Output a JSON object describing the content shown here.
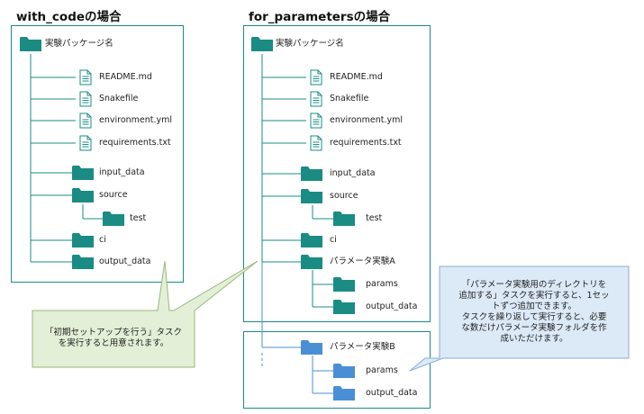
{
  "titles": {
    "with_code": "with_codeの場合",
    "for_parameters": "for_parametersの場合"
  },
  "tree_left": {
    "root": "実験パッケージ名",
    "readme": "README.md",
    "snakefile": "Snakefile",
    "environment": "environment.yml",
    "requirements": "requirements.txt",
    "input_data": "input_data",
    "source": "source",
    "test": "test",
    "ci": "ci",
    "output_data": "output_data"
  },
  "tree_right": {
    "root": "実験パッケージ名",
    "readme": "README.md",
    "snakefile": "Snakefile",
    "environment": "environment.yml",
    "requirements": "requirements.txt",
    "input_data": "input_data",
    "source": "source",
    "test": "test",
    "ci": "ci",
    "experiment_a": "パラメータ実験A",
    "params_a": "params",
    "output_a": "output_data",
    "experiment_b": "パラメータ実験B",
    "params_b": "params",
    "output_b": "output_data"
  },
  "callouts": {
    "left_line1": "「初期セットアップを行う」タスク",
    "left_line2": "を実行すると用意されます。",
    "right_line1": "「パラメータ実験用のディレクトリを",
    "right_line2": "追加する」タスクを実行すると、1セッ",
    "right_line3": "トずつ追加できます。",
    "right_line4": "タスクを繰り返して実行すると、必要",
    "right_line5": "な数だけパラメータ実験フォルダを作",
    "right_line6": "成いただけます。"
  },
  "colors": {
    "teal": "#1a8c83",
    "blue": "#4a8fd6",
    "callout_green": "#e3efd6",
    "callout_blue": "#dce9f7"
  }
}
